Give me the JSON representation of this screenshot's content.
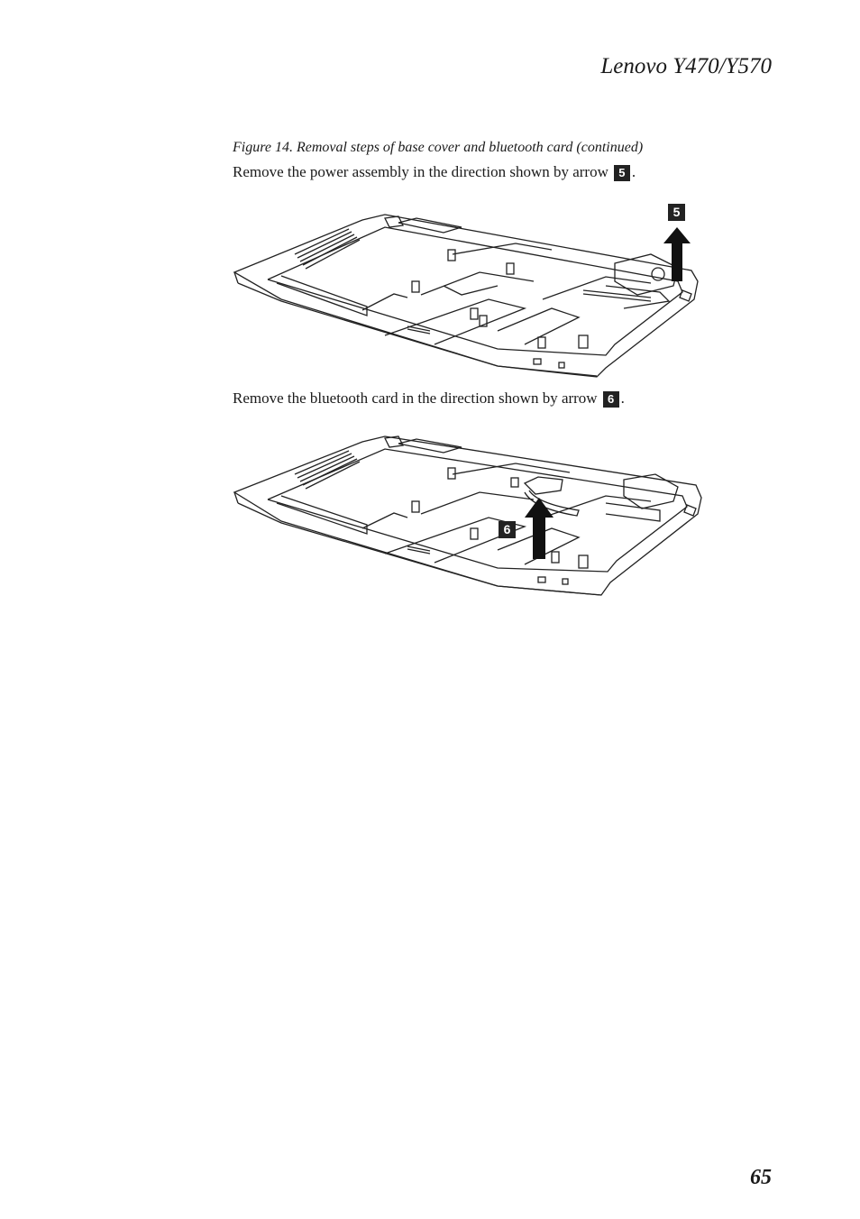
{
  "header": {
    "title": "Lenovo Y470/Y570"
  },
  "figure": {
    "caption": "Figure 14. Removal steps of base cover and bluetooth card (continued)"
  },
  "steps": [
    {
      "text": "Remove the power assembly in the direction shown by arrow",
      "badge": "5"
    },
    {
      "text": "Remove the bluetooth card in the direction shown by arrow",
      "badge": "6"
    }
  ],
  "footer": {
    "page_number": "65"
  }
}
